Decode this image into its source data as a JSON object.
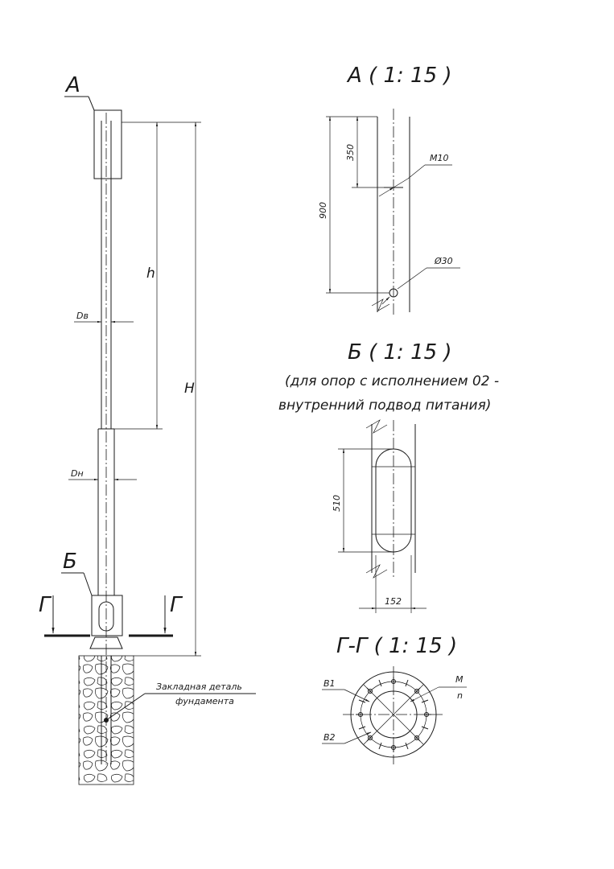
{
  "main_view": {
    "callout_a": "А",
    "callout_b": "Б",
    "section_g_left": "Г",
    "section_g_right": "Г",
    "dim_h_small": "h",
    "dim_h_total": "Н",
    "dim_dv": "Dв",
    "dim_dn": "Dн",
    "label_line1": "Закладная деталь",
    "label_line2": "фундамента"
  },
  "detail_a": {
    "title": "А ( 1: 15 )",
    "dim_350": "350",
    "dim_900": "900",
    "label_m10": "М10",
    "label_d30": "Ø30"
  },
  "detail_b": {
    "title": "Б ( 1: 15 )",
    "note_line1": "(для опор с исполнением 02 -",
    "note_line2": "внутренний подвод питания)",
    "dim_510": "510",
    "dim_152": "152"
  },
  "section_g": {
    "title": "Г-Г ( 1: 15 )",
    "label_b1": "В1",
    "label_b2": "В2",
    "label_m": "М",
    "label_n": "n"
  }
}
